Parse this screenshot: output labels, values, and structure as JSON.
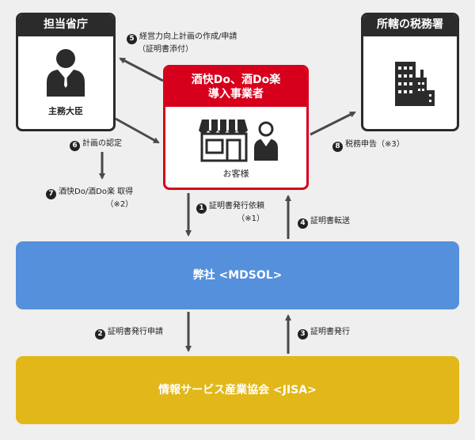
{
  "agency": {
    "title": "担当省庁",
    "person_label": "主務大臣"
  },
  "tax_office": {
    "title": "所轄の税務署"
  },
  "business": {
    "title_line1": "酒快Do、酒Do楽",
    "title_line2": "導入事業者",
    "customer_label": "お客様"
  },
  "mdsol": {
    "label": "弊社 <MDSOL>"
  },
  "jisa": {
    "label": "情報サービス産業協会 <JISA>"
  },
  "steps": [
    {
      "num": "5",
      "line1": "経営力向上計画の作成/申請",
      "line2": "（証明書添付）"
    },
    {
      "num": "6",
      "line1": "計画の認定"
    },
    {
      "num": "7",
      "line1": "酒快Do/酒Do楽 取得",
      "line2": "（※2）"
    },
    {
      "num": "8",
      "line1": "税務申告（※3）"
    },
    {
      "num": "1",
      "line1": "証明書発行依頼",
      "line2": "（※1）"
    },
    {
      "num": "4",
      "line1": "証明書転送"
    },
    {
      "num": "2",
      "line1": "証明書発行申請"
    },
    {
      "num": "3",
      "line1": "証明書発行"
    }
  ],
  "colors": {
    "dark": "#2b2b2b",
    "red": "#d6001c",
    "blue": "#5590dc",
    "gold": "#e2b719",
    "arrow": "#4a4a4a"
  }
}
